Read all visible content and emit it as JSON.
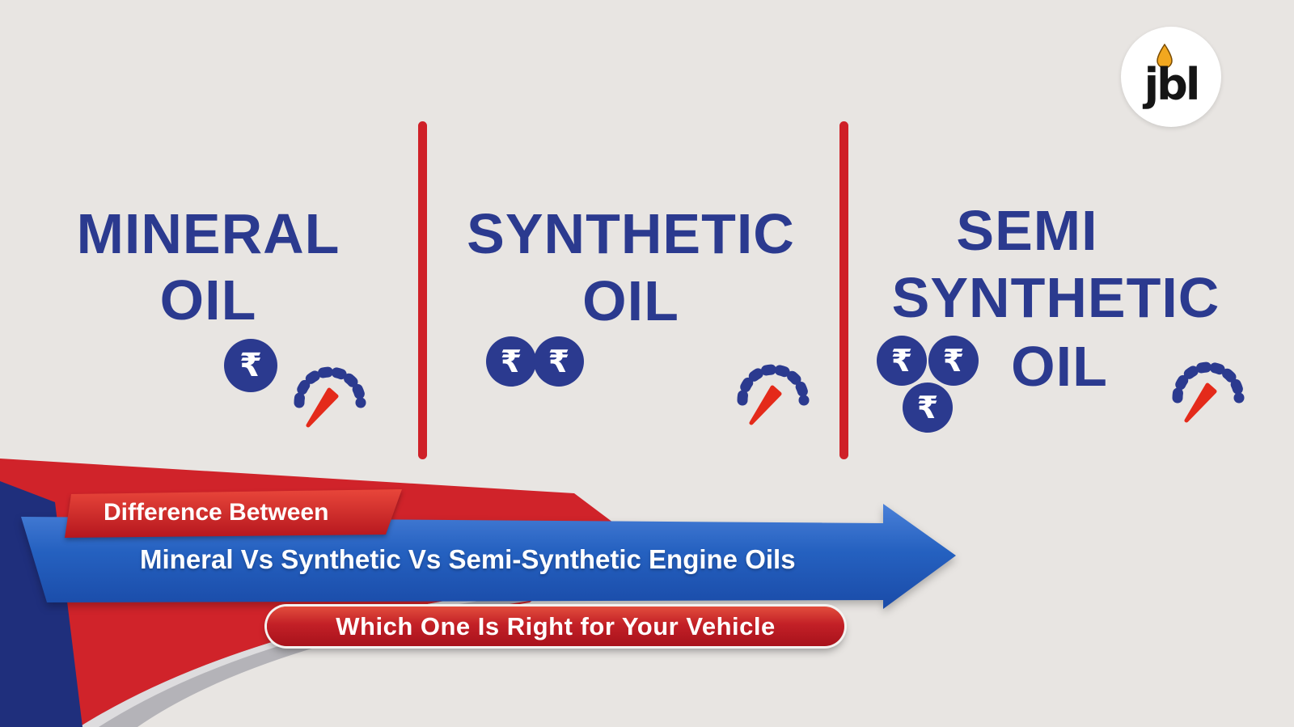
{
  "colors": {
    "background": "#e8e5e2",
    "navy": "#2b3a8f",
    "line_red": "#cf2028",
    "needle_red": "#e42a1a",
    "arrow_blue": "#2561c0"
  },
  "columns": [
    {
      "lines": [
        "MINERAL",
        "OIL"
      ],
      "price_coins": 1
    },
    {
      "lines": [
        "SYNTHETIC",
        "OIL"
      ],
      "price_coins": 2
    },
    {
      "lines": [
        "SEMI",
        "SYNTHETIC",
        "OIL"
      ],
      "price_coins": 3
    }
  ],
  "rupee_symbol": "₹",
  "banner": {
    "kicker": "Difference Between",
    "title": "Mineral Vs Synthetic Vs Semi-Synthetic Engine Oils",
    "subtitle": "Which One Is Right for Your Vehicle"
  },
  "logo": {
    "text": "jbl"
  }
}
